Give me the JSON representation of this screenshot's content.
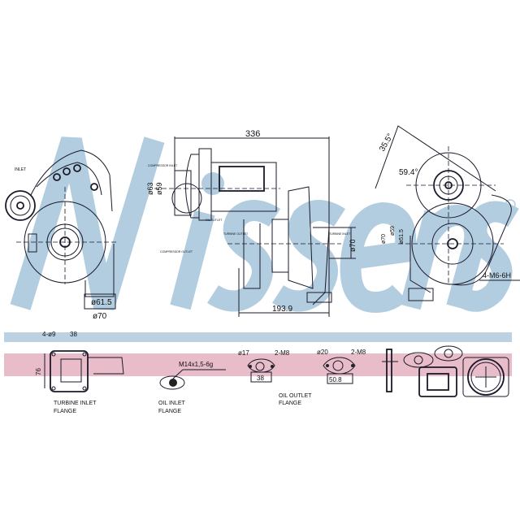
{
  "watermark": {
    "text": "Nissens",
    "color": "#b3cde0"
  },
  "bands": {
    "blue": "#bcd2e3",
    "pink": "#e8bcc8"
  },
  "views": {
    "front": {
      "top_label": "INLET",
      "dim_inner": "ø61.5",
      "dim_outer": "ø70"
    },
    "side": {
      "length": "336",
      "turbine_offset": "193.9",
      "compressor_inlet_d1": "ø63",
      "compressor_inlet_d2": "ø59",
      "compressor_outlet_d": "ø70",
      "compressor_inlet_label": "COMPRESSOR INLET",
      "oil_outlet_label": "OIL OUTLET",
      "compressor_outlet_label": "COMPRESSOR OUTLET",
      "turbine_outlet_label": "TURBINE OUTLET",
      "turbine_inlet_label": "TURBINE INLET"
    },
    "rear": {
      "angle1": "35.5°",
      "angle2": "59.4°",
      "d1": "ø70",
      "d2": "ø59",
      "d3": "ø51.5",
      "thread": "4-M6-6H"
    }
  },
  "flanges": {
    "turbine_inlet": {
      "holes": "4-ø9",
      "width": "38",
      "height": "76",
      "label_line1": "TURBINE INLET",
      "label_line2": "FLANGE"
    },
    "oil_inlet": {
      "thread": "M14x1,5-6g",
      "label_line1": "OIL INLET",
      "label_line2": "FLANGE"
    },
    "oil_outlet_a": {
      "bore": "ø17",
      "bolts": "2-M8",
      "spacing": "38"
    },
    "oil_outlet_b": {
      "bore": "ø20",
      "bolts": "2-M8",
      "spacing": "50.8"
    },
    "oil_outlet": {
      "label_line1": "OIL OUTLET",
      "label_line2": "FLANGE"
    }
  }
}
